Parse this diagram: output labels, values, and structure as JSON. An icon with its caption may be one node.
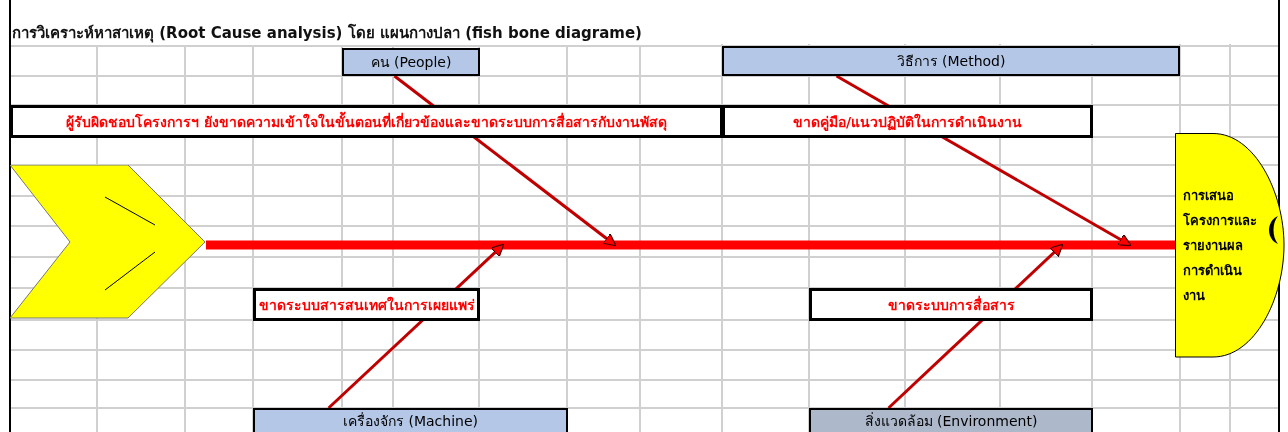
{
  "diagram": {
    "title": "การวิเคราะห์หาสาเหตุ (Root Cause analysis) โดย แผนกางปลา (fish bone diagrame)",
    "nodes": [
      {
        "text": [
          "คน (People)"
        ]
      },
      {
        "text": [
          "วิธีการ (Method)"
        ]
      },
      {
        "text": [
          "ผู้รับผิดชอบโครงการฯ ยังขาดความเข้าใจในขั้นตอนที่เกี่ยวข้องและขาดระบบการสื่อสารกับงานพัสดุ"
        ]
      },
      {
        "text": [
          "ขาดคู่มือ/แนวปฏิบัติในการดำเนินงาน"
        ]
      },
      {
        "text": [],
        "shape": "chevron"
      },
      {
        "text": [
          "ขาดระบบสารสนเทศในการเผยแพร่"
        ]
      },
      {
        "text": [
          "ขาดระบบการสื่อสาร"
        ]
      },
      {
        "text": [
          "การเสนอโครงการและรายงานผลการดำเนินงาน"
        ]
      },
      {
        "text": [
          "เครื่องจักร (Machine)"
        ]
      },
      {
        "text": [
          "สิ่งแวดล้อม (Environment)"
        ]
      }
    ],
    "edges": [
      {
        "from": 4,
        "to": 7,
        "arrow": "none",
        "style": "thick",
        "color": "#ff0000"
      },
      {
        "from": 0,
        "to": null,
        "arrow": "to"
      },
      {
        "from": 1,
        "to": null,
        "arrow": "to"
      },
      {
        "from": 8,
        "to": null,
        "arrow": "to"
      },
      {
        "from": 9,
        "to": null,
        "arrow": "to"
      }
    ]
  }
}
